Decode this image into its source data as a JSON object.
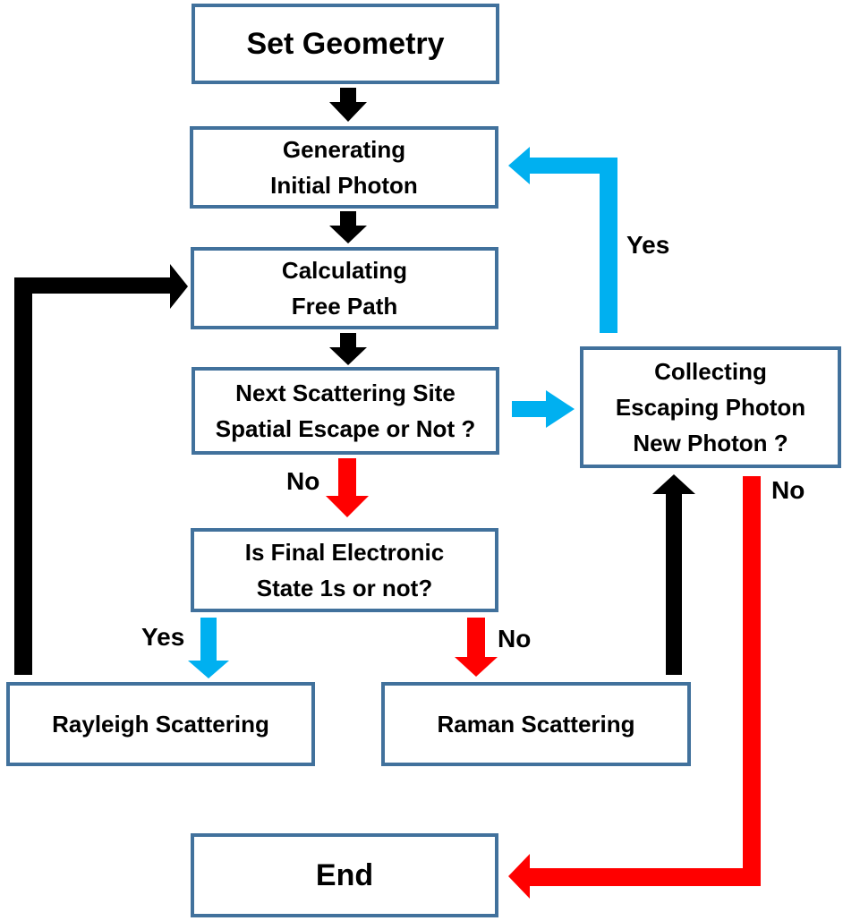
{
  "nodes": {
    "set_geometry": "Set Geometry",
    "generating": [
      "Generating",
      "Initial Photon"
    ],
    "calculating": [
      "Calculating",
      "Free Path"
    ],
    "next_site": [
      "Next Scattering Site",
      "Spatial Escape or Not ?"
    ],
    "collecting": [
      "Collecting",
      "Escaping Photon",
      "New Photon ?"
    ],
    "final_state": [
      "Is Final Electronic",
      "State 1s or not?"
    ],
    "rayleigh": "Rayleigh Scattering",
    "raman": "Raman Scattering",
    "end": "End"
  },
  "labels": {
    "yes_new_photon": "Yes",
    "no_escape": "No",
    "no_new_photon": "No",
    "yes_1s": "Yes",
    "no_1s": "No"
  },
  "colors": {
    "box_border": "#41719c",
    "arrow_black": "#000000",
    "arrow_blue": "#00b0f0",
    "arrow_red": "#ff0000"
  }
}
